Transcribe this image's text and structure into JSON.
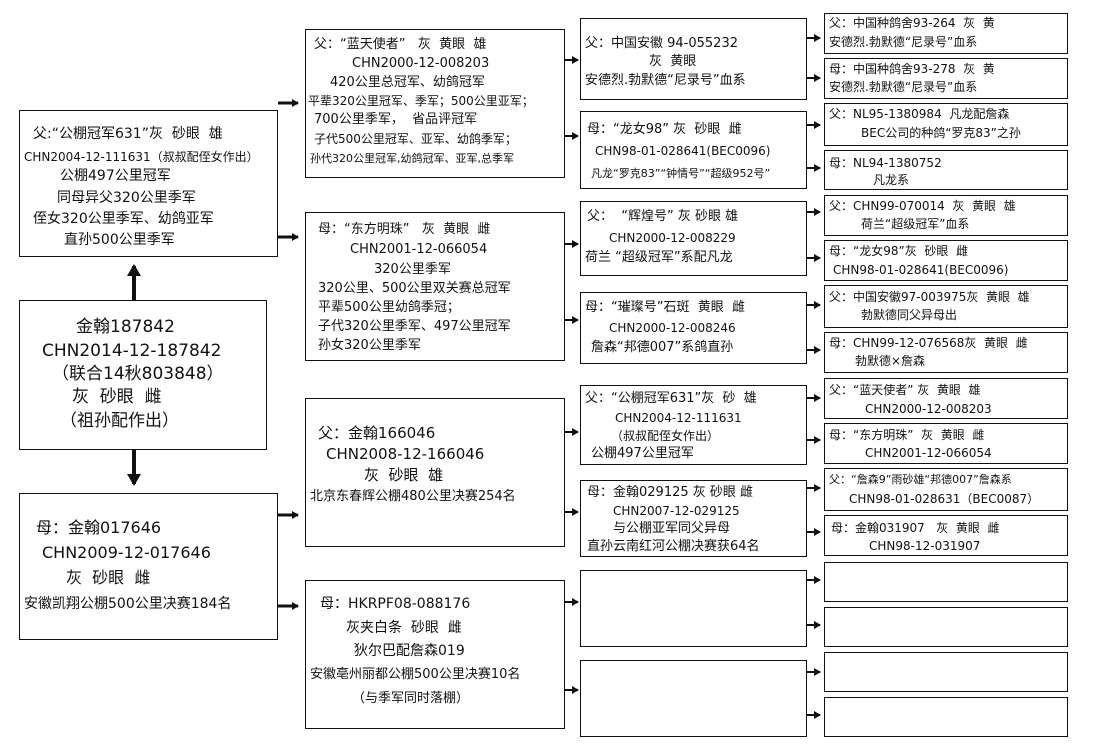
{
  "subject": {
    "lines": [
      "金翰187842",
      "CHN2014-12-187842",
      "（联合14秋803848）",
      "灰  砂眼  雌",
      "（祖孙配作出）"
    ]
  },
  "sire": {
    "lines": [
      "父:“公棚冠军631”灰  砂眼  雄",
      "CHN2004-12-111631（叔叔配侄女作出）",
      "公棚497公里冠军",
      "同母异父320公里季军",
      "侄女320公里季军、幼鸽亚军",
      "直孙500公里季军"
    ]
  },
  "dam": {
    "lines": [
      "母：金翰017646",
      "CHN2009-12-017646",
      "灰  砂眼  雌",
      "安徽凯翔公棚500公里决赛184名"
    ]
  },
  "sire_sire": {
    "lines": [
      "父：“蓝天使者”   灰  黄眼  雄",
      "CHN2000-12-008203",
      "420公里总冠军、幼鸽冠军",
      "平辈320公里冠军、季军；500公里亚军；",
      "700公里季军，  省品评冠军",
      "子代500公里冠军、亚军、幼鸽季军；",
      "孙代320公里冠军,幼鸽冠军、亚军,总季军"
    ]
  },
  "sire_dam": {
    "lines": [
      "母：“东方明珠”   灰  黄眼  雌",
      "CHN2001-12-066054",
      "320公里季军",
      "320公里、500公里双关赛总冠军",
      "平辈500公里幼鸽季冠；",
      "子代320公里季军、497公里冠军",
      "孙女320公里季军"
    ]
  },
  "dam_sire": {
    "lines": [
      "父：金翰166046",
      "CHN2008-12-166046",
      "灰  砂眼  雄",
      "北京东春辉公棚480公里决赛254名"
    ]
  },
  "dam_dam": {
    "lines": [
      "母：HKRPF08-088176",
      "灰夹白条  砂眼  雌",
      "狄尔巴配詹森019",
      "安徽亳州丽都公棚500公里决赛10名",
      "（与季军同时落棚）"
    ]
  },
  "gen3": [
    {
      "lines": [
        "父：中国安徽 94-055232",
        "灰  黄眼",
        "安德烈.勃默德“尼录号”血系"
      ]
    },
    {
      "lines": [
        "母：“龙女98” 灰  砂眼  雌",
        "CHN98-01-028641(BEC0096)",
        "凡龙“罗克83”“钟情号”“超级952号”"
      ]
    },
    {
      "lines": [
        "父：  “辉煌号” 灰 砂眼 雄",
        "CHN2000-12-008229",
        "荷兰 “超级冠军”系配凡龙"
      ]
    },
    {
      "lines": [
        "母：“璀璨号”石斑  黄眼  雌",
        "CHN2000-12-008246",
        "詹森“邦德007”系鸽直孙"
      ]
    },
    {
      "lines": [
        "父：“公棚冠军631”灰  砂  雄",
        "CHN2004-12-111631",
        "（叔叔配侄女作出）",
        "公棚497公里冠军"
      ]
    },
    {
      "lines": [
        "母：金翰029125 灰 砂眼 雌",
        "CHN2007-12-029125",
        "与公棚亚军同父异母",
        "直孙云南红河公棚决赛获64名"
      ]
    },
    {
      "lines": []
    },
    {
      "lines": []
    }
  ],
  "gen4": [
    {
      "lines": [
        "父：中国种鸽舍93-264  灰  黄",
        "安德烈.勃默德“尼录号”血系"
      ]
    },
    {
      "lines": [
        "母：中国种鸽舍93-278  灰  黄",
        "安德烈.勃默德“尼录号”血系"
      ]
    },
    {
      "lines": [
        "父：NL95-1380984  凡龙配詹森",
        "BEC公司的种鸽“罗克83”之孙"
      ]
    },
    {
      "lines": [
        "母：NL94-1380752",
        "凡龙系"
      ]
    },
    {
      "lines": [
        "父：CHN99-070014  灰  黄眼  雄",
        "荷兰“超级冠军”血系"
      ]
    },
    {
      "lines": [
        "母：“龙女98”灰  砂眼  雌",
        "CHN98-01-028641(BEC0096)"
      ]
    },
    {
      "lines": [
        "父：中国安徽97-003975灰  黄眼  雄",
        "勃默德同父异母出"
      ]
    },
    {
      "lines": [
        "母：CHN99-12-076568灰  黄眼  雌",
        "勃默德×詹森"
      ]
    },
    {
      "lines": [
        "父：“蓝天使者” 灰  黄眼  雄",
        "CHN2000-12-008203"
      ]
    },
    {
      "lines": [
        "母：“东方明珠”  灰  黄眼  雌",
        "CHN2001-12-066054"
      ]
    },
    {
      "lines": [
        "父：“詹森9”雨砂雄“邦德007”詹森系",
        "CHN98-01-028631（BEC0087）"
      ]
    },
    {
      "lines": [
        "母：金翰031907   灰  黄眼  雌",
        "CHN98-12-031907"
      ]
    },
    {
      "lines": []
    },
    {
      "lines": []
    },
    {
      "lines": []
    },
    {
      "lines": []
    }
  ]
}
